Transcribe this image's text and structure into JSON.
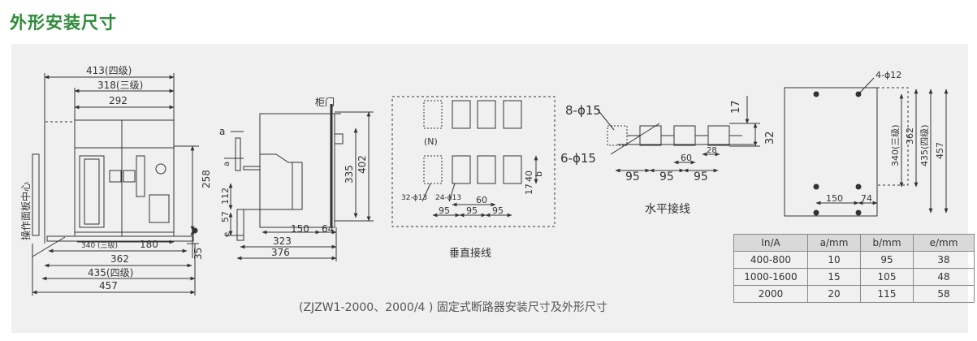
{
  "page": {
    "title": "外形安装尺寸",
    "caption": "(ZJZW1-2000、2000/4 ) 固定式断路器安装尺寸及外形尺寸"
  },
  "front_view": {
    "dims": [
      "413(四级)",
      "318(三级)",
      "292",
      "258",
      "35",
      "180",
      "340 (三级)",
      "362",
      "435(四级)",
      "457"
    ],
    "side_label": "操作面板中心"
  },
  "side_view": {
    "labels": [
      "柜门",
      "a",
      "a",
      "e"
    ],
    "dims": [
      "335",
      "402",
      "112",
      "57",
      "150",
      "64",
      "323",
      "376"
    ]
  },
  "vertical_wiring": {
    "label": "垂直接线",
    "n_label": "(N)",
    "dims": [
      "32-ϕ13",
      "24-ϕ13",
      "60",
      "95",
      "95",
      "95",
      "b",
      "40",
      "17"
    ]
  },
  "horizontal_wiring": {
    "label": "水平接线",
    "dims": [
      "8-ϕ15",
      "6-ϕ15",
      "17",
      "32",
      "60",
      "28",
      "95",
      "95",
      "95"
    ]
  },
  "mounting_view": {
    "dims": [
      "4-ϕ12",
      "340(三级)",
      "362",
      "435(四级)",
      "457",
      "150",
      "74"
    ]
  },
  "spec_table": {
    "headers": [
      "In/A",
      "a/mm",
      "b/mm",
      "e/mm"
    ],
    "rows": [
      [
        "400-800",
        "10",
        "95",
        "38"
      ],
      [
        "1000-1600",
        "15",
        "105",
        "48"
      ],
      [
        "2000",
        "20",
        "115",
        "58"
      ]
    ]
  }
}
